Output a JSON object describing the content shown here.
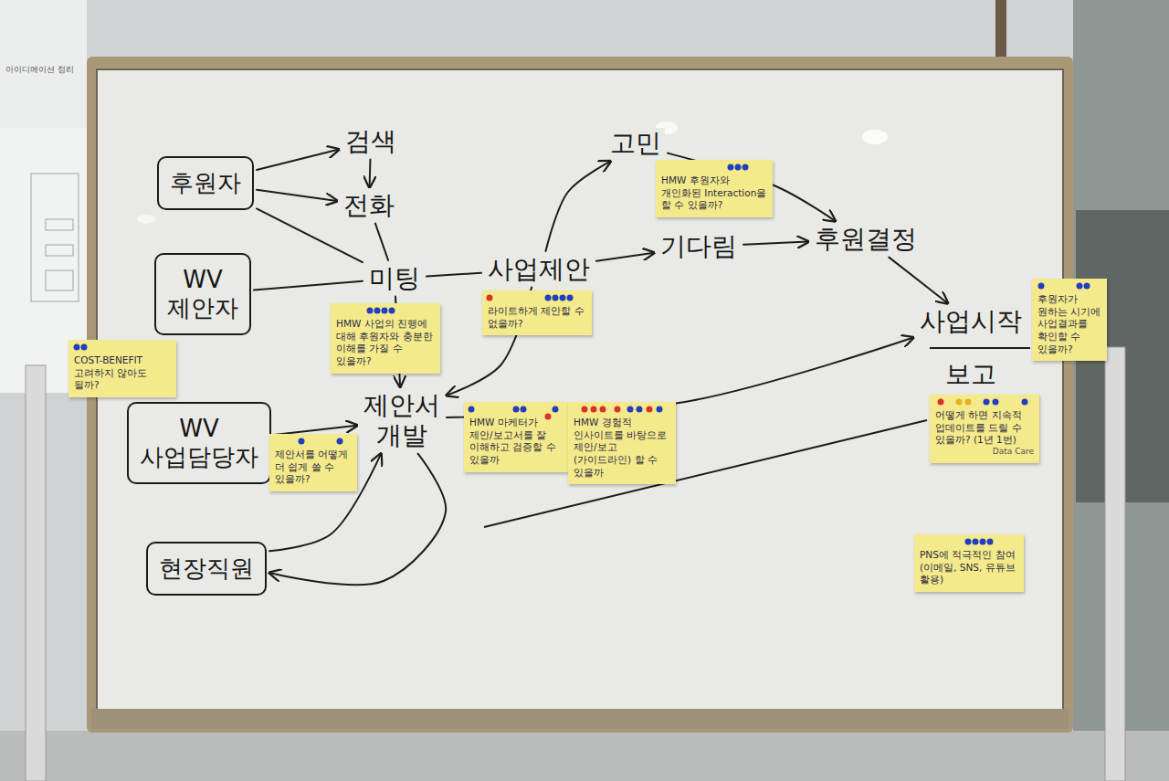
{
  "diagram": {
    "nodes": [
      {
        "text": [
          "후원자"
        ]
      },
      {
        "text": [
          "검색"
        ]
      },
      {
        "text": [
          "전화"
        ]
      },
      {
        "text": [
          "WV 제안자"
        ]
      },
      {
        "text": [
          "미팅"
        ]
      },
      {
        "text": [
          "사업제안"
        ]
      },
      {
        "text": [
          "고민"
        ]
      },
      {
        "text": [
          "기다림"
        ]
      },
      {
        "text": [
          "후원결정"
        ]
      },
      {
        "text": [
          "사업시작"
        ]
      },
      {
        "text": [
          "보고"
        ]
      },
      {
        "text": [
          "제안서 개발"
        ]
      },
      {
        "text": [
          "WV 사업담당자"
        ]
      },
      {
        "text": [
          "현장직원"
        ]
      },
      {
        "text": [
          "COST-BENEFIT 고려하지 않아도 될까?"
        ]
      },
      {
        "text": [
          "HMW 사업의 진행에 대해 후원자와 충분한 이해를 가질 수 있을까?"
        ]
      },
      {
        "text": [
          "제안서를 어떻게 더 쉽게 쓸 수 있을까?"
        ]
      },
      {
        "text": [
          "라이트하게 제안할 수 없을까?"
        ]
      },
      {
        "text": [
          "HMW 후원자와 개인화된 Interaction을 할 수 있을까?"
        ]
      },
      {
        "text": [
          "HMW 마케터가 제안/보고서를 잘 이해하고 검증할 수 있을까"
        ]
      },
      {
        "text": [
          "HMW 경험적 인사이트를 바탕으로 제안/보고(가이드라인) 할 수 있을까"
        ]
      },
      {
        "text": [
          "후원자가 원하는 시기에 사업결과를 확인할 수 있을까?"
        ]
      },
      {
        "text": [
          "어떻게 하면 지속적 업데이트를 드릴 수 있을까? (1년 1번)",
          "Data Care"
        ]
      },
      {
        "text": [
          "PNS에 적극적인 참여 (이메일, SNS, 유튜브 활용)"
        ]
      }
    ],
    "edges": [
      {
        "from": 0,
        "to": 1,
        "arrow": "to"
      },
      {
        "from": 0,
        "to": 2,
        "arrow": "to"
      },
      {
        "from": 1,
        "to": 2,
        "arrow": "to"
      },
      {
        "from": 0,
        "to": 4,
        "arrow": "none"
      },
      {
        "from": 2,
        "to": 4,
        "arrow": "none"
      },
      {
        "from": 3,
        "to": 4,
        "arrow": "none"
      },
      {
        "from": 4,
        "to": 5,
        "arrow": "none"
      },
      {
        "from": 5,
        "to": 6,
        "arrow": "to"
      },
      {
        "from": 5,
        "to": 7,
        "arrow": "to"
      },
      {
        "from": 6,
        "to": 8,
        "arrow": "to"
      },
      {
        "from": 7,
        "to": 8,
        "arrow": "to"
      },
      {
        "from": 8,
        "to": 9,
        "arrow": "to"
      },
      {
        "from": 5,
        "to": 11,
        "arrow": "to"
      },
      {
        "from": 4,
        "to": 11,
        "arrow": "to"
      },
      {
        "from": 12,
        "to": 11,
        "arrow": "to"
      },
      {
        "from": 13,
        "to": 11,
        "arrow": "to"
      },
      {
        "from": 11,
        "to": 13,
        "arrow": "to"
      },
      {
        "from": 11,
        "to": 9,
        "arrow": "to"
      }
    ],
    "labels": [
      "아이디에이션 정리"
    ]
  }
}
